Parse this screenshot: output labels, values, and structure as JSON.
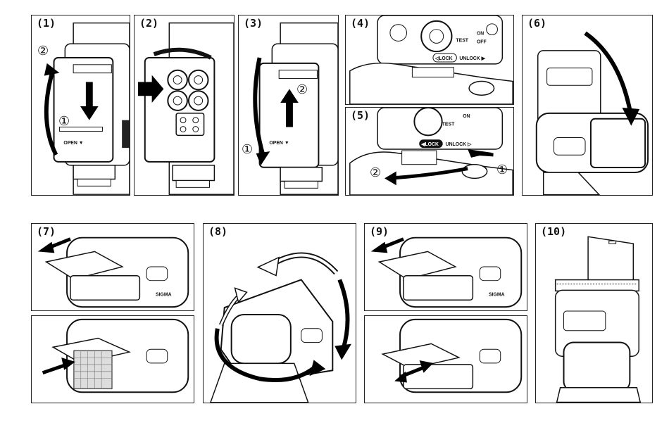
{
  "steps": {
    "s1": {
      "label": "(1)",
      "markers": [
        "②",
        "①"
      ],
      "text": [
        "OPEN ▼"
      ]
    },
    "s2": {
      "label": "(2)"
    },
    "s3": {
      "label": "(3)",
      "markers": [
        "②",
        "①"
      ],
      "text": [
        "OPEN ▼"
      ]
    },
    "s4": {
      "label": "(4)",
      "text": [
        "TEST",
        "ON",
        "OFF",
        "◁LOCK",
        "UNLOCK ▶"
      ]
    },
    "s5": {
      "label": "(5)",
      "markers": [
        "②",
        "①"
      ],
      "text": [
        "TEST",
        "ON",
        "◀LOCK",
        "UNLOCK ▷"
      ]
    },
    "s6": {
      "label": "(6)"
    },
    "s7": {
      "label": "(7)",
      "text": [
        "SIGMA"
      ]
    },
    "s8": {
      "label": "(8)"
    },
    "s9": {
      "label": "(9)",
      "text": [
        "SIGMA"
      ]
    },
    "s10": {
      "label": "(10)"
    }
  },
  "colors": {
    "ink": "#111111",
    "arrow": "#000000",
    "paper": "#ffffff"
  }
}
